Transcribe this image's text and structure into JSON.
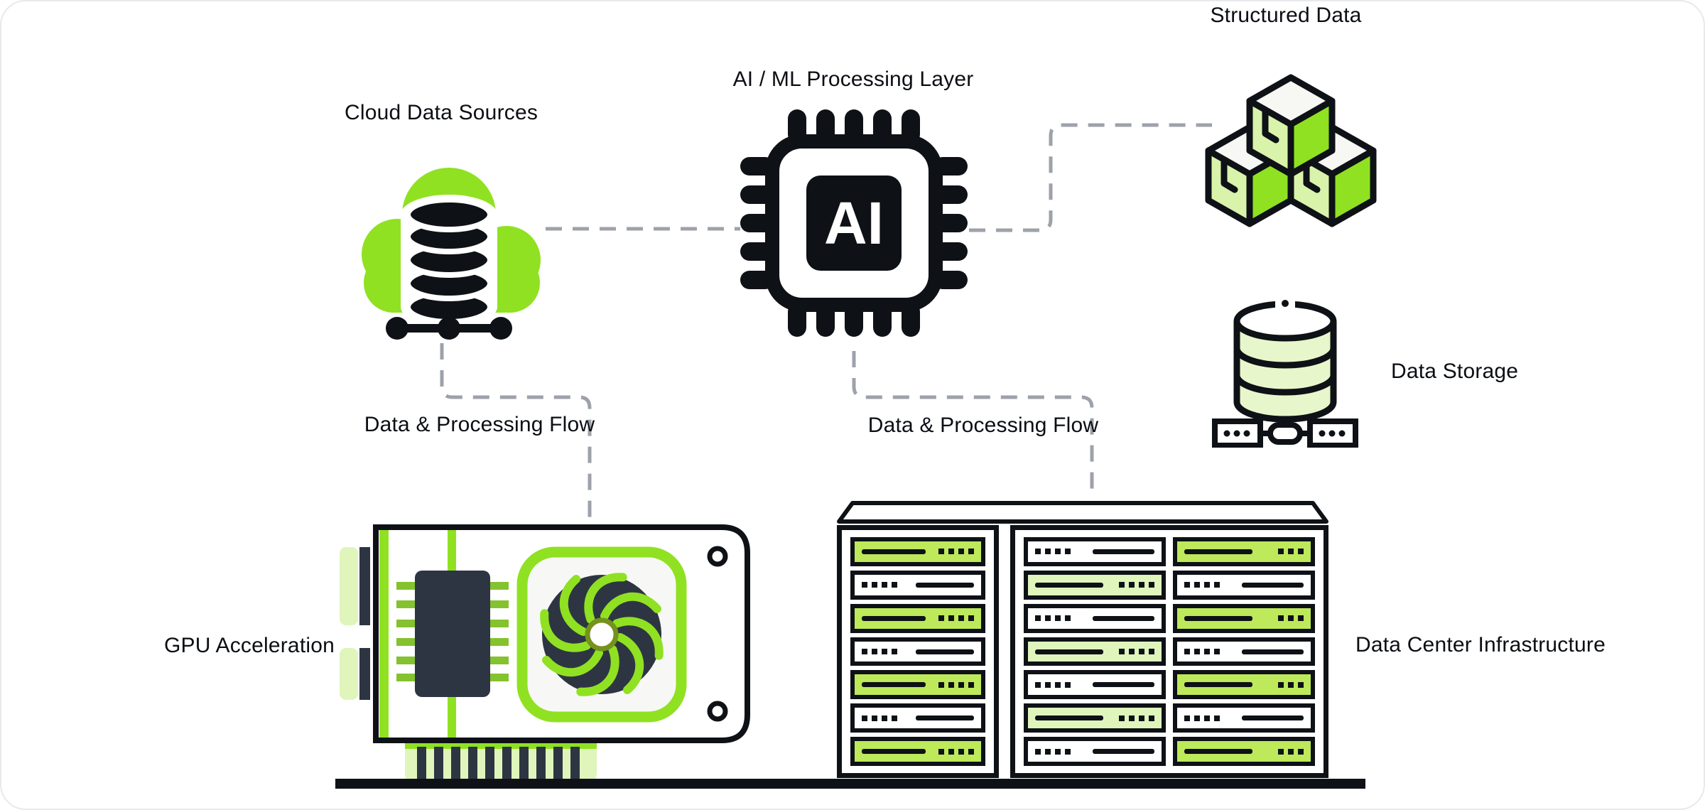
{
  "colors": {
    "ink": "#0E1116",
    "lime": "#90E122",
    "green_mid": "#BDE95A",
    "green_pale": "#DFF5BC",
    "green_storage": "#E7F7CB",
    "navy": "#2E3542",
    "pin_green": "#85C22F",
    "olive": "#75921D",
    "dash": "#9DA2AA",
    "cube_left": "#D9F3AB",
    "cube_top": "#F7F7F3",
    "fan_bg": "#F7F8F5"
  },
  "nodes": {
    "cloud": {
      "label": "Cloud Data Sources"
    },
    "ai_chip": {
      "label": "AI / ML Processing Layer",
      "chip_text": "AI"
    },
    "structured_data": {
      "label": "Structured Data"
    },
    "data_storage": {
      "label": "Data Storage"
    },
    "gpu": {
      "label": "GPU Acceleration"
    },
    "data_center": {
      "label": "Data Center Infrastructure"
    }
  },
  "connections": {
    "cloud_to_gpu_label": "Data & Processing Flow",
    "chip_to_datacenter_label": "Data & Processing Flow"
  },
  "server_racks": {
    "columns": [
      {
        "id": "left",
        "pattern": [
          "green",
          "white",
          "green",
          "white",
          "green",
          "white",
          "green"
        ],
        "green_dots": 4,
        "white_dots": 4
      },
      {
        "id": "middle",
        "pattern": [
          "white",
          "pale",
          "white",
          "pale",
          "white",
          "pale",
          "white"
        ],
        "green_dots": 4,
        "white_dots": 4
      },
      {
        "id": "right",
        "pattern": [
          "green",
          "white",
          "green",
          "white",
          "green",
          "white",
          "green"
        ],
        "green_dots": 3,
        "white_dots": 4
      }
    ]
  }
}
